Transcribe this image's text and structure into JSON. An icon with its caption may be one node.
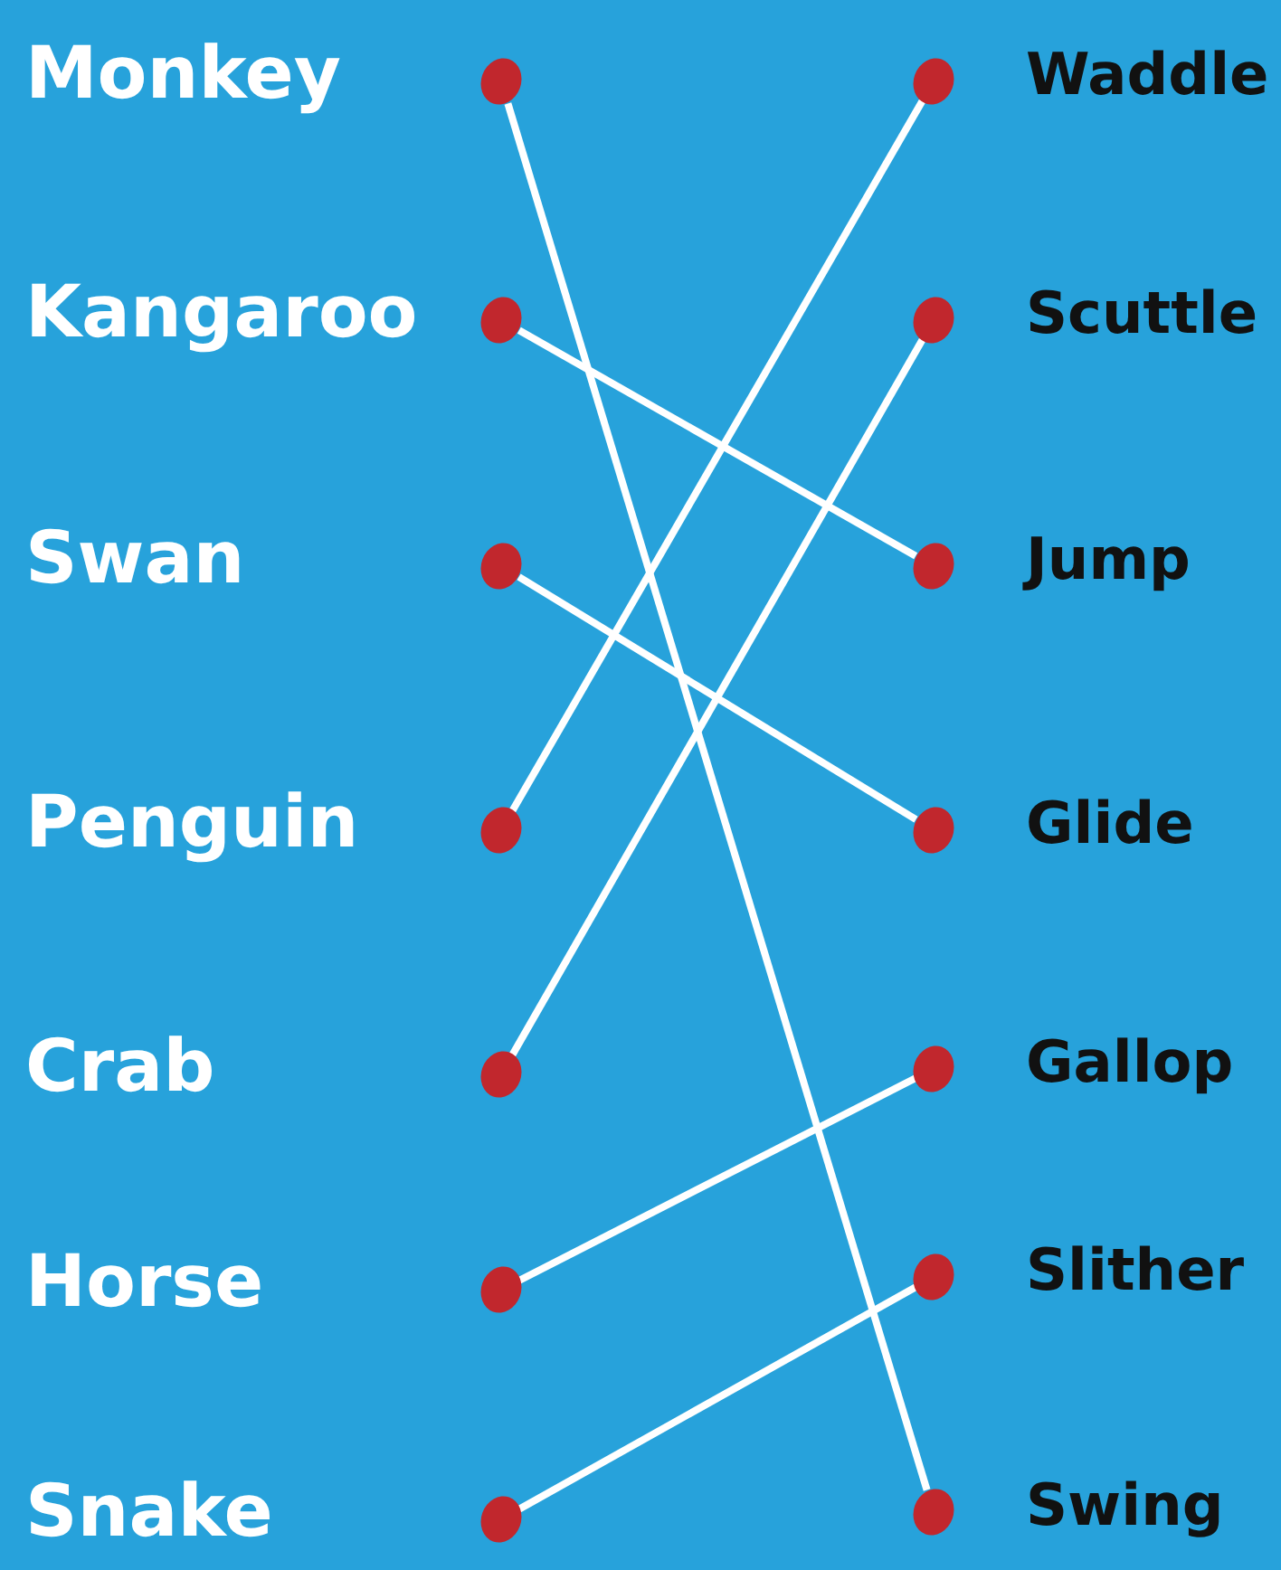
{
  "diagram": {
    "nodes": [
      {
        "text": [],
        "shape": "circle",
        "beside": [
          "Monkey"
        ]
      },
      {
        "text": [],
        "shape": "circle",
        "beside": [
          "Waddle"
        ]
      },
      {
        "text": [],
        "shape": "circle",
        "beside": [
          "Kangaroo"
        ]
      },
      {
        "text": [],
        "shape": "circle",
        "beside": [
          "Scuttle"
        ]
      },
      {
        "text": [],
        "shape": "circle",
        "beside": [
          "Swan"
        ]
      },
      {
        "text": [],
        "shape": "circle",
        "beside": [
          "Jump"
        ]
      },
      {
        "text": [],
        "shape": "circle",
        "beside": [
          "Penguin"
        ]
      },
      {
        "text": [],
        "shape": "circle",
        "beside": [
          "Glide"
        ]
      },
      {
        "text": [],
        "shape": "circle",
        "beside": [
          "Crab"
        ]
      },
      {
        "text": [],
        "shape": "circle",
        "beside": [
          "Gallop"
        ]
      },
      {
        "text": [],
        "shape": "circle",
        "beside": [
          "Horse"
        ]
      },
      {
        "text": [],
        "shape": "circle",
        "beside": [
          "Slither"
        ]
      },
      {
        "text": [],
        "shape": "circle",
        "beside": [
          "Snake"
        ]
      },
      {
        "text": [],
        "shape": "circle",
        "beside": [
          "Swing"
        ]
      }
    ],
    "edges": [
      {
        "from": 0,
        "to": 13,
        "arrow": "none"
      },
      {
        "from": 2,
        "to": 5,
        "arrow": "none"
      },
      {
        "from": 4,
        "to": 7,
        "arrow": "none"
      },
      {
        "from": 6,
        "to": 1,
        "arrow": "none"
      },
      {
        "from": 8,
        "to": 3,
        "arrow": "none"
      },
      {
        "from": 10,
        "to": 9,
        "arrow": "none"
      },
      {
        "from": 12,
        "to": 11,
        "arrow": "none"
      }
    ]
  }
}
